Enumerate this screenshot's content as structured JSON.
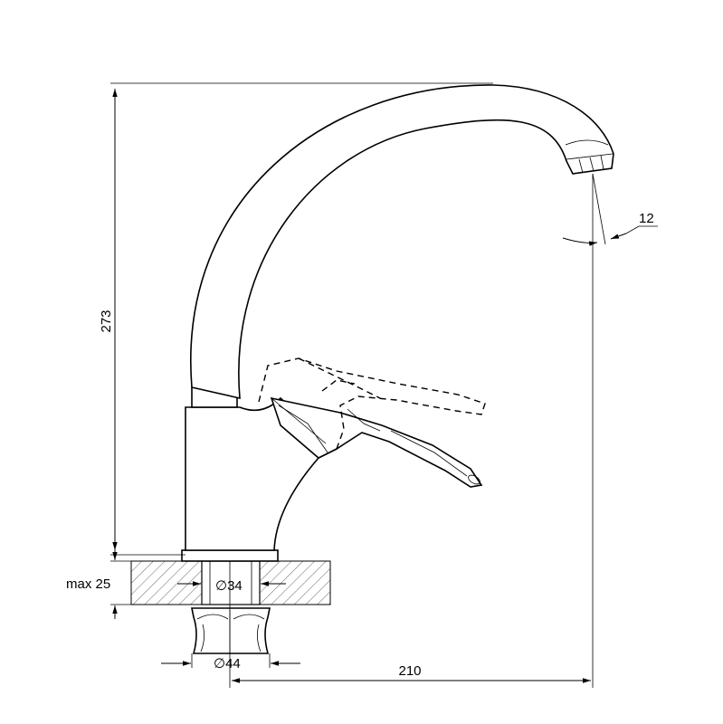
{
  "dimensions": {
    "height": "273",
    "deck_thickness": "max 25",
    "hole_diameter": "∅34",
    "nut_diameter": "∅44",
    "reach": "210",
    "spout_angle": "12"
  }
}
